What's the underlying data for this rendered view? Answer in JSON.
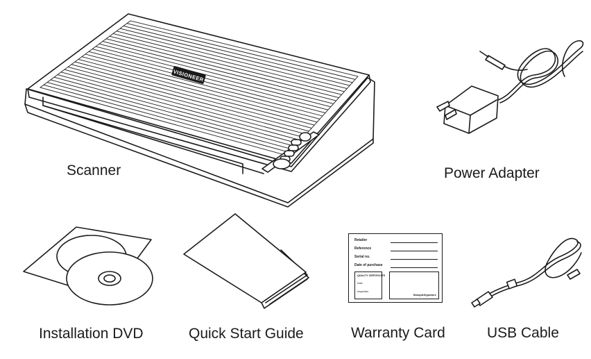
{
  "items": {
    "scanner": {
      "label": "Scanner",
      "logo": "VISIONEER"
    },
    "power_adapter": {
      "label": "Power Adapter"
    },
    "installation_dvd": {
      "label": "Installation DVD"
    },
    "quick_start_guide": {
      "label": "Quick Start Guide"
    },
    "warranty_card": {
      "label": "Warranty Card",
      "fields": [
        "Retailer",
        "Reference",
        "Serial no.",
        "Date of purchase"
      ],
      "box_left": [
        "QUALITY CERTIFICATE",
        "Date",
        "Inspection"
      ],
      "box_right": "Stamp&Signature"
    },
    "usb_cable": {
      "label": "USB Cable"
    }
  },
  "colors": {
    "line": "#1a1a1a",
    "background": "#ffffff",
    "logo_plate": "#1a1a1a"
  }
}
